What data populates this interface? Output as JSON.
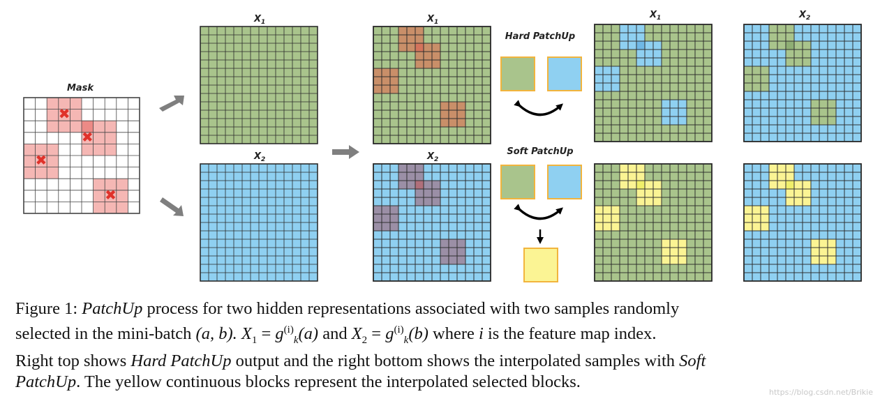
{
  "labels": {
    "mask": "Mask",
    "x1_var": "X",
    "x1_sub": "1",
    "x2_var": "X",
    "x2_sub": "2",
    "hard": "Hard PatchUp",
    "soft": "Soft PatchUp"
  },
  "colors": {
    "green": "#a9c48c",
    "blue": "#8fd0f1",
    "red_patch": "#f5b7b4",
    "red_x": "#e0322a",
    "brown": "#c98f69",
    "brown_dark": "#d4745c",
    "purple": "#9b8fa6",
    "purple_dark": "#b06f7a",
    "yellow": "#fbf494",
    "yellow_dark": "#f0ef6a",
    "orange_border": "#f2b43c",
    "arrow_gray": "#7f7f7f",
    "grid_line": "#2b2b2b"
  },
  "caption": {
    "fig_label": "Figure 1:",
    "patchup_word": "PatchUp",
    "line1_rest": "process for two hidden representations associated with two samples randomly",
    "line2_start": "selected in the mini-batch",
    "pair": "(a,  b).",
    "eq1_lhs": "X",
    "eq1_sub": "1",
    "eq_sign": " = ",
    "g": "g",
    "g_sup": "(i)",
    "g_sub": "k",
    "arg_a": "(a)",
    "and_word": "and",
    "eq2_lhs": "X",
    "eq2_sub": "2",
    "arg_b": "(b)",
    "where_text": "where",
    "i_var": "i",
    "line2_end": "is the feature map index.",
    "line3_start": "Right top shows",
    "hard_label": "Hard PatchUp",
    "line3_mid": "output and the right bottom shows the interpolated samples with",
    "soft_word": "Soft",
    "patchup_end": "PatchUp",
    "line4_rest": ". The yellow continuous blocks represent the interpolated selected blocks."
  },
  "watermark": "https://blog.csdn.net/Brikie"
}
